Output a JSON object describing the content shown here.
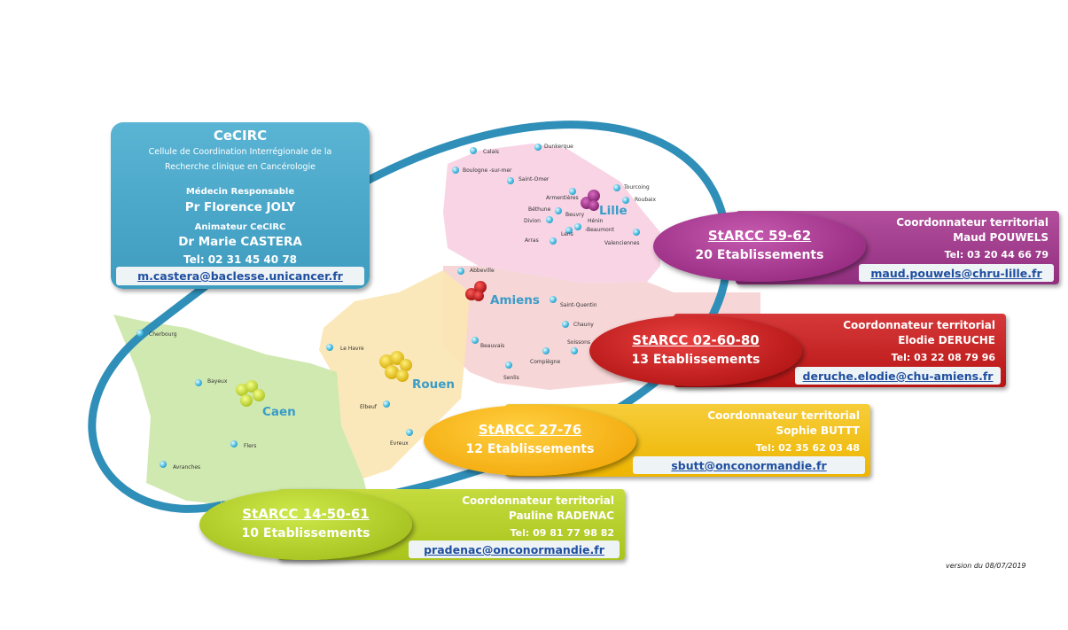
{
  "cecirc": {
    "title": "CeCIRC",
    "line1": "Cellule de Coordination Interrégionale de la",
    "line2": "Recherche clinique en Cancérologie",
    "medecin_label": "Médecin Responsable",
    "medecin_name": "Pr Florence JOLY",
    "animateur_label": "Animateur CeCIRC",
    "animateur_name": "Dr Marie CASTERA",
    "tel": "Tel: 02 31 45 40 78",
    "email": "m.castera@baclesse.unicancer.fr"
  },
  "territories": [
    {
      "starcc": "StARCC 59-62",
      "count": "20 Etablissements",
      "coord_label": "Coordonnateur territorial",
      "coord_name": "Maud POUWELS",
      "tel": "Tel: 03 20 44 66 79",
      "email": "maud.pouwels@chru-lille.fr"
    },
    {
      "starcc": "StARCC 02-60-80",
      "count": "13 Etablissements",
      "coord_label": "Coordonnateur territorial",
      "coord_name": "Elodie DERUCHE",
      "tel": "Tel: 03 22 08 79 96",
      "email": "deruche.elodie@chu-amiens.fr"
    },
    {
      "starcc": "StARCC 27-76",
      "count": "12 Etablissements",
      "coord_label": "Coordonnateur territorial",
      "coord_name": "Sophie BUTTT",
      "tel": "Tel: 02 35 62 03 48",
      "email": "sbutt@onconormandie.fr"
    },
    {
      "starcc": "StARCC 14-50-61",
      "count": "10 Etablissements",
      "coord_label": "Coordonnateur territorial",
      "coord_name": "Pauline RADENAC",
      "tel": "Tel: 09 81 77 98 82",
      "email": "pradenac@onconormandie.fr"
    }
  ],
  "cities": [
    "Lille",
    "Amiens",
    "Rouen",
    "Caen"
  ],
  "towns": [
    "Dunkerque",
    "Calais",
    "Boulogne -sur-mer",
    "Saint-Omer",
    "Tourcoing",
    "Roubaix",
    "Armentières",
    "Béthune",
    "Beuvry",
    "Divion",
    "Hénin",
    "-Beaumont",
    "Lens",
    "Arras",
    "Valenciennes",
    "Abbeville",
    "Saint-Quentin",
    "Chauny",
    "Soissons",
    "Beauvais",
    "Compiègne",
    "Senlis",
    "Le Havre",
    "Elbeuf",
    "Evreux",
    "Cherbourg",
    "Bayeux",
    "Flers",
    "Avranches"
  ],
  "version": "version du 08/07/2019",
  "colors": {
    "cecirc": "#4aa8cc",
    "t1": "#a23a8c",
    "t2": "#c41a1a",
    "t3": "#f0b400",
    "t4": "#b7cf2c",
    "ring": "#2f8fb8"
  }
}
